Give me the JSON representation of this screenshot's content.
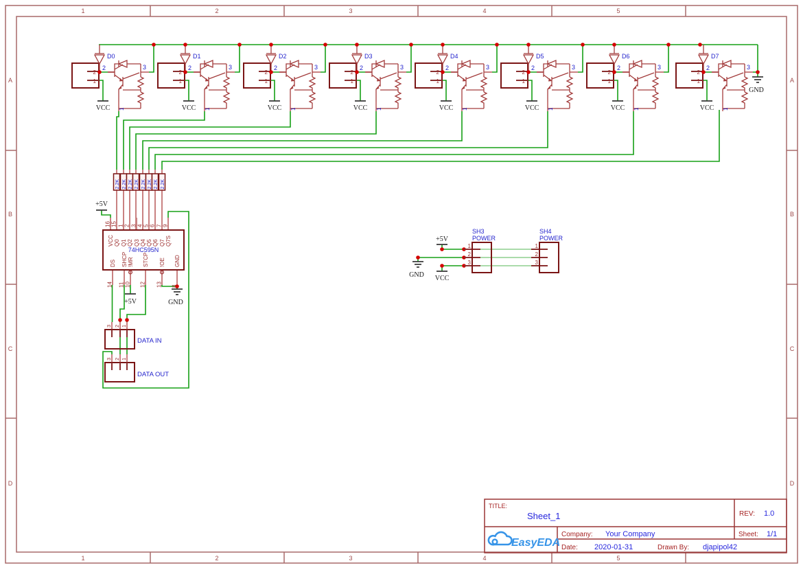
{
  "frame": {
    "cols": [
      "1",
      "2",
      "3",
      "4",
      "5"
    ],
    "rows": [
      "A",
      "B",
      "C",
      "D"
    ]
  },
  "channel_labels": {
    "conn_pin_top": "2",
    "conn_pin_bottom": "1",
    "input_pin": "2",
    "output_pin": "3",
    "emitter_pin": "1",
    "vcc_flag": "VCC"
  },
  "channels": [
    {
      "diode": "D0"
    },
    {
      "diode": "D1"
    },
    {
      "diode": "D2"
    },
    {
      "diode": "D3"
    },
    {
      "diode": "D4"
    },
    {
      "diode": "D5"
    },
    {
      "diode": "D6"
    },
    {
      "diode": "D7"
    }
  ],
  "bus_gnd_label": "GND",
  "resistors": {
    "values": [
      "2.2K",
      "2.2K",
      "2.2K",
      "2.2K",
      "2.2K",
      "2.2K",
      "2.2K",
      "2.2K"
    ]
  },
  "ic": {
    "name": "74HC595N",
    "top_pins": [
      {
        "num": "16",
        "name": "VCC"
      },
      {
        "num": "15",
        "name": "Q0"
      },
      {
        "num": "1",
        "name": "Q1"
      },
      {
        "num": "2",
        "name": "Q2"
      },
      {
        "num": "3",
        "name": "Q3"
      },
      {
        "num": "4",
        "name": "Q4"
      },
      {
        "num": "5",
        "name": "Q5"
      },
      {
        "num": "6",
        "name": "Q6"
      },
      {
        "num": "7",
        "name": "Q7"
      },
      {
        "num": "9",
        "name": "Q7S"
      }
    ],
    "bottom_pins": [
      {
        "num": "14",
        "name": "DS"
      },
      {
        "num": "11",
        "name": "SHCP"
      },
      {
        "num": "10",
        "name": "!MR"
      },
      {
        "num": "12",
        "name": "STCP"
      },
      {
        "num": "13",
        "name": "!OE"
      },
      {
        "num": "8",
        "name": "GND"
      }
    ],
    "vcc_flag": "+5V",
    "mr_flag": "+5V",
    "gnd_flag": "GND"
  },
  "data_in": {
    "label": "DATA IN",
    "pins": [
      "3",
      "2",
      "1"
    ]
  },
  "data_out": {
    "label": "DATA OUT",
    "pins": [
      "3",
      "2",
      "1"
    ]
  },
  "power_net": {
    "plus5v": "+5V",
    "gnd": "GND",
    "vcc": "VCC"
  },
  "sh3": {
    "ref": "SH3",
    "value": "POWER",
    "pins": [
      "1",
      "2",
      "3"
    ]
  },
  "sh4": {
    "ref": "SH4",
    "value": "POWER",
    "pins": [
      "1",
      "2",
      "3"
    ]
  },
  "title_block": {
    "title_label": "TITLE:",
    "title": "Sheet_1",
    "rev_label": "REV:",
    "rev": "1.0",
    "company_label": "Company:",
    "company": "Your Company",
    "sheet_label": "Sheet:",
    "sheet": "1/1",
    "date_label": "Date:",
    "date": "2020-01-31",
    "drawn_label": "Drawn By:",
    "drawn_by": "djapipol42",
    "logo": "EasyEDA"
  },
  "colors": {
    "wire": "#16a016",
    "wire_light": "#8ecf8e",
    "component": "#7a1515",
    "component_light": "#a33c3c",
    "pin_stub": "#c98181",
    "junction": "#d40000",
    "label_blue": "#2222cc",
    "pin_text": "#9c2f2f",
    "frame": "#a86a6a",
    "logo_blue": "#3794e8"
  }
}
